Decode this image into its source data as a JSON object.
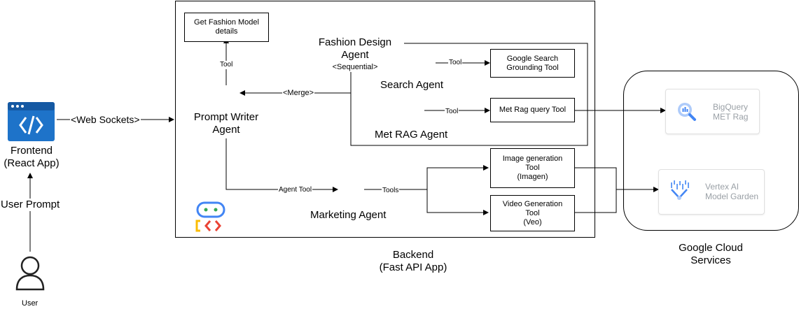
{
  "frontend": {
    "label_line1": "Frontend",
    "label_line2": "(React App)",
    "websockets_label": "<Web Sockets>",
    "user_prompt_label": "User Prompt",
    "user_label": "User",
    "app_icon": "code-window-icon",
    "user_icon": "person-icon"
  },
  "backend": {
    "label_line1": "Backend",
    "label_line2": "(Fast API App)",
    "logo_icon": "adk-logo-icon",
    "get_model_box": "Get Fashion Model details",
    "tool_label_top": "Tool",
    "prompt_writer_line1": "Prompt Writer",
    "prompt_writer_line2": "Agent",
    "merge_label": "<Merge>",
    "fashion_design_line1": "Fashion Design",
    "fashion_design_line2": "Agent",
    "fashion_design_line3": "<Sequential>",
    "search_agent": "Search Agent",
    "met_rag_agent": "Met RAG Agent",
    "tool_label_search": "Tool",
    "tool_label_met": "Tool",
    "google_search_tool_line1": "Google Search",
    "google_search_tool_line2": "Grounding Tool",
    "met_rag_tool": "Met Rag query Tool",
    "agent_tool_label": "Agent Tool",
    "tools_label": "Tools",
    "marketing_agent": "Marketing Agent",
    "image_tool_line1": "Image generation",
    "image_tool_line2": "Tool",
    "image_tool_line3": "(Imagen)",
    "video_tool_line1": "Video Generation",
    "video_tool_line2": "Tool",
    "video_tool_line3": "(Veo)"
  },
  "cloud": {
    "label_line1": "Google Cloud",
    "label_line2": "Services",
    "bigquery_line1": "BigQuery",
    "bigquery_line2": "MET Rag",
    "bigquery_icon": "bigquery-icon",
    "vertex_line1": "Vertex AI",
    "vertex_line2": "Model Garden",
    "vertex_icon": "vertex-ai-icon"
  }
}
